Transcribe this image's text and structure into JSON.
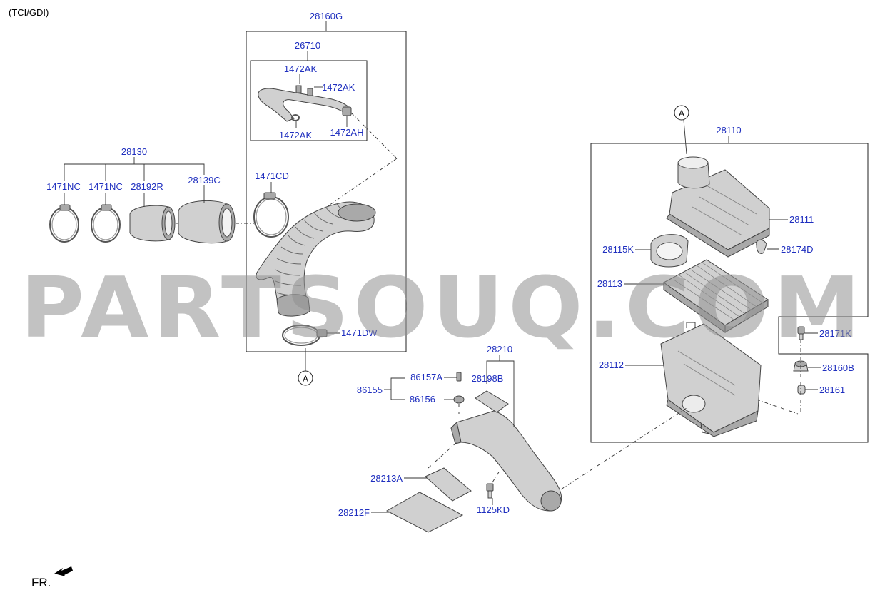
{
  "header": {
    "variant": "(TCI/GDI)"
  },
  "watermark": "PARTSOUQ.COM",
  "orientation": {
    "label": "FR."
  },
  "callouts": {
    "a": "A"
  },
  "labels": {
    "p28160G": "28160G",
    "p26710": "26710",
    "p1472AK_top": "1472AK",
    "p1472AK_right": "1472AK",
    "p1472AK_bottom": "1472AK",
    "p1472AH": "1472AH",
    "p28130": "28130",
    "p1471NC_1": "1471NC",
    "p1471NC_2": "1471NC",
    "p28192R": "28192R",
    "p28139C": "28139C",
    "p1471CD": "1471CD",
    "p1471DW": "1471DW",
    "p28110": "28110",
    "p28111": "28111",
    "p28115K": "28115K",
    "p28174D": "28174D",
    "p28113": "28113",
    "p28171K": "28171K",
    "p28112": "28112",
    "p28160B": "28160B",
    "p28161": "28161",
    "p28210": "28210",
    "p86157A": "86157A",
    "p28198B": "28198B",
    "p86155": "86155",
    "p86156": "86156",
    "p28213A": "28213A",
    "p1125KD": "1125KD",
    "p28212F": "28212F"
  },
  "colors": {
    "label": "#1f2fbf",
    "line": "#333333",
    "part_fill": "#d0d0d0",
    "watermark": "#8f8f8f"
  }
}
